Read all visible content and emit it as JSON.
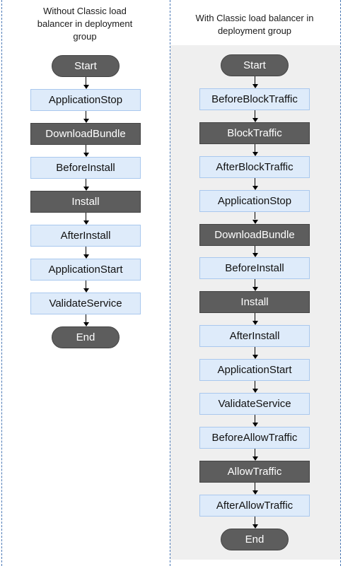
{
  "left": {
    "title": "Without Classic load\nbalancer in deployment\ngroup",
    "steps": [
      {
        "label": "Start",
        "kind": "term"
      },
      {
        "label": "ApplicationStop",
        "kind": "step"
      },
      {
        "label": "DownloadBundle",
        "kind": "dark"
      },
      {
        "label": "BeforeInstall",
        "kind": "step"
      },
      {
        "label": "Install",
        "kind": "dark"
      },
      {
        "label": "AfterInstall",
        "kind": "step"
      },
      {
        "label": "ApplicationStart",
        "kind": "step"
      },
      {
        "label": "ValidateService",
        "kind": "step"
      },
      {
        "label": "End",
        "kind": "term"
      }
    ]
  },
  "right": {
    "title": "With Classic load balancer in\ndeployment group",
    "steps": [
      {
        "label": "Start",
        "kind": "term"
      },
      {
        "label": "BeforeBlockTraffic",
        "kind": "step"
      },
      {
        "label": "BlockTraffic",
        "kind": "dark"
      },
      {
        "label": "AfterBlockTraffic",
        "kind": "step"
      },
      {
        "label": "ApplicationStop",
        "kind": "step"
      },
      {
        "label": "DownloadBundle",
        "kind": "dark"
      },
      {
        "label": "BeforeInstall",
        "kind": "step"
      },
      {
        "label": "Install",
        "kind": "dark"
      },
      {
        "label": "AfterInstall",
        "kind": "step"
      },
      {
        "label": "ApplicationStart",
        "kind": "step"
      },
      {
        "label": "ValidateService",
        "kind": "step"
      },
      {
        "label": "BeforeAllowTraffic",
        "kind": "step"
      },
      {
        "label": "AllowTraffic",
        "kind": "dark"
      },
      {
        "label": "AfterAllowTraffic",
        "kind": "step"
      },
      {
        "label": "End",
        "kind": "term"
      }
    ]
  }
}
